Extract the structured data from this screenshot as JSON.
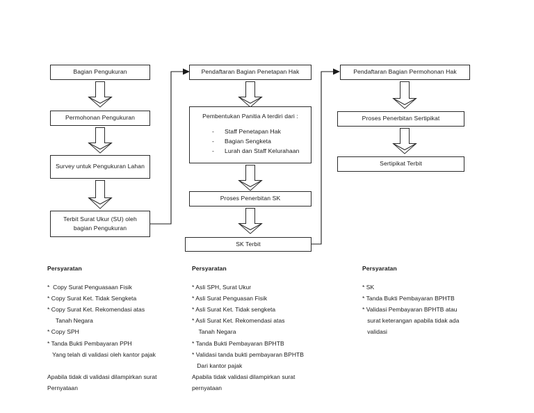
{
  "diagram": {
    "type": "flowchart",
    "title": "",
    "columns": [
      {
        "id": "pengukuran",
        "nodes": [
          {
            "id": "bagian-pengukuran",
            "label": "Bagian Pengukuran"
          },
          {
            "id": "permohonan-pengukuran",
            "label": "Permohonan Pengukuran"
          },
          {
            "id": "survey-pengukuran-lahan",
            "label": "Survey untuk Pengukuran Lahan"
          },
          {
            "id": "terbit-surat-ukur",
            "label": "Terbit Surat Ukur (SU) oleh bagian Pengukuran"
          }
        ]
      },
      {
        "id": "penetapan-hak",
        "nodes": [
          {
            "id": "pendaftaran-penetapan-hak",
            "label": "Pendaftaran Bagian Penetapan Hak"
          },
          {
            "id": "pembentukan-panitia-a",
            "label": "Pembentukan Panitia A terdiri dari :",
            "items": [
              "Staff Penetapan Hak",
              "Bagian Sengketa",
              "Lurah dan Staff Kelurahaan"
            ],
            "bullet": "-"
          },
          {
            "id": "proses-penerbitan-sk",
            "label": "Proses Penerbitan SK"
          },
          {
            "id": "sk-terbit",
            "label": "SK Terbit"
          }
        ]
      },
      {
        "id": "permohonan-hak",
        "nodes": [
          {
            "id": "pendaftaran-permohonan-hak",
            "label": "Pendaftaran Bagian Permohonan Hak"
          },
          {
            "id": "proses-penerbitan-sertipikat",
            "label": "Proses Penerbitan Sertipikat"
          },
          {
            "id": "sertipikat-terbit",
            "label": "Sertipikat Terbit"
          }
        ]
      }
    ]
  },
  "requirements": {
    "left": {
      "heading": "Persyaratan",
      "lines": [
        "*  Copy Surat Penguasaan Fisik",
        "* Copy Surat Ket. Tidak Sengketa",
        "* Copy Surat Ket. Rekomendasi atas",
        "     Tanah Negara",
        "* Copy SPH",
        "* Tanda Bukti Pembayaran PPH",
        "   Yang telah di validasi oleh kantor pajak",
        "",
        "Apabila tidak di validasi dilampirkan surat",
        "Pernyataan"
      ]
    },
    "middle": {
      "heading": "Persyaratan",
      "lines": [
        "* Asli SPH, Surat Ukur",
        "* Asli Surat Penguasan Fisik",
        "* Asli Surat Ket. Tidak sengketa",
        "* Asli Surat Ket. Rekomendasi atas",
        "    Tanah Negara",
        "* Tanda Bukti Pembayaran BPHTB",
        "* Validasi tanda bukti pembayaran BPHTB",
        "   Dari kantor pajak",
        "Apabila tidak validasi dilampirkan surat",
        "pernyataan"
      ]
    },
    "right": {
      "heading": "Persyaratan",
      "lines": [
        "* SK",
        "* Tanda Bukti Pembayaran BPHTB",
        "* Validasi Pembayaran BPHTB atau",
        "   surat keterangan apabila tidak ada",
        "   validasi"
      ]
    }
  },
  "colors": {
    "stroke": "#2b2b2b",
    "background": "#ffffff",
    "text": "#1a1a1a"
  }
}
